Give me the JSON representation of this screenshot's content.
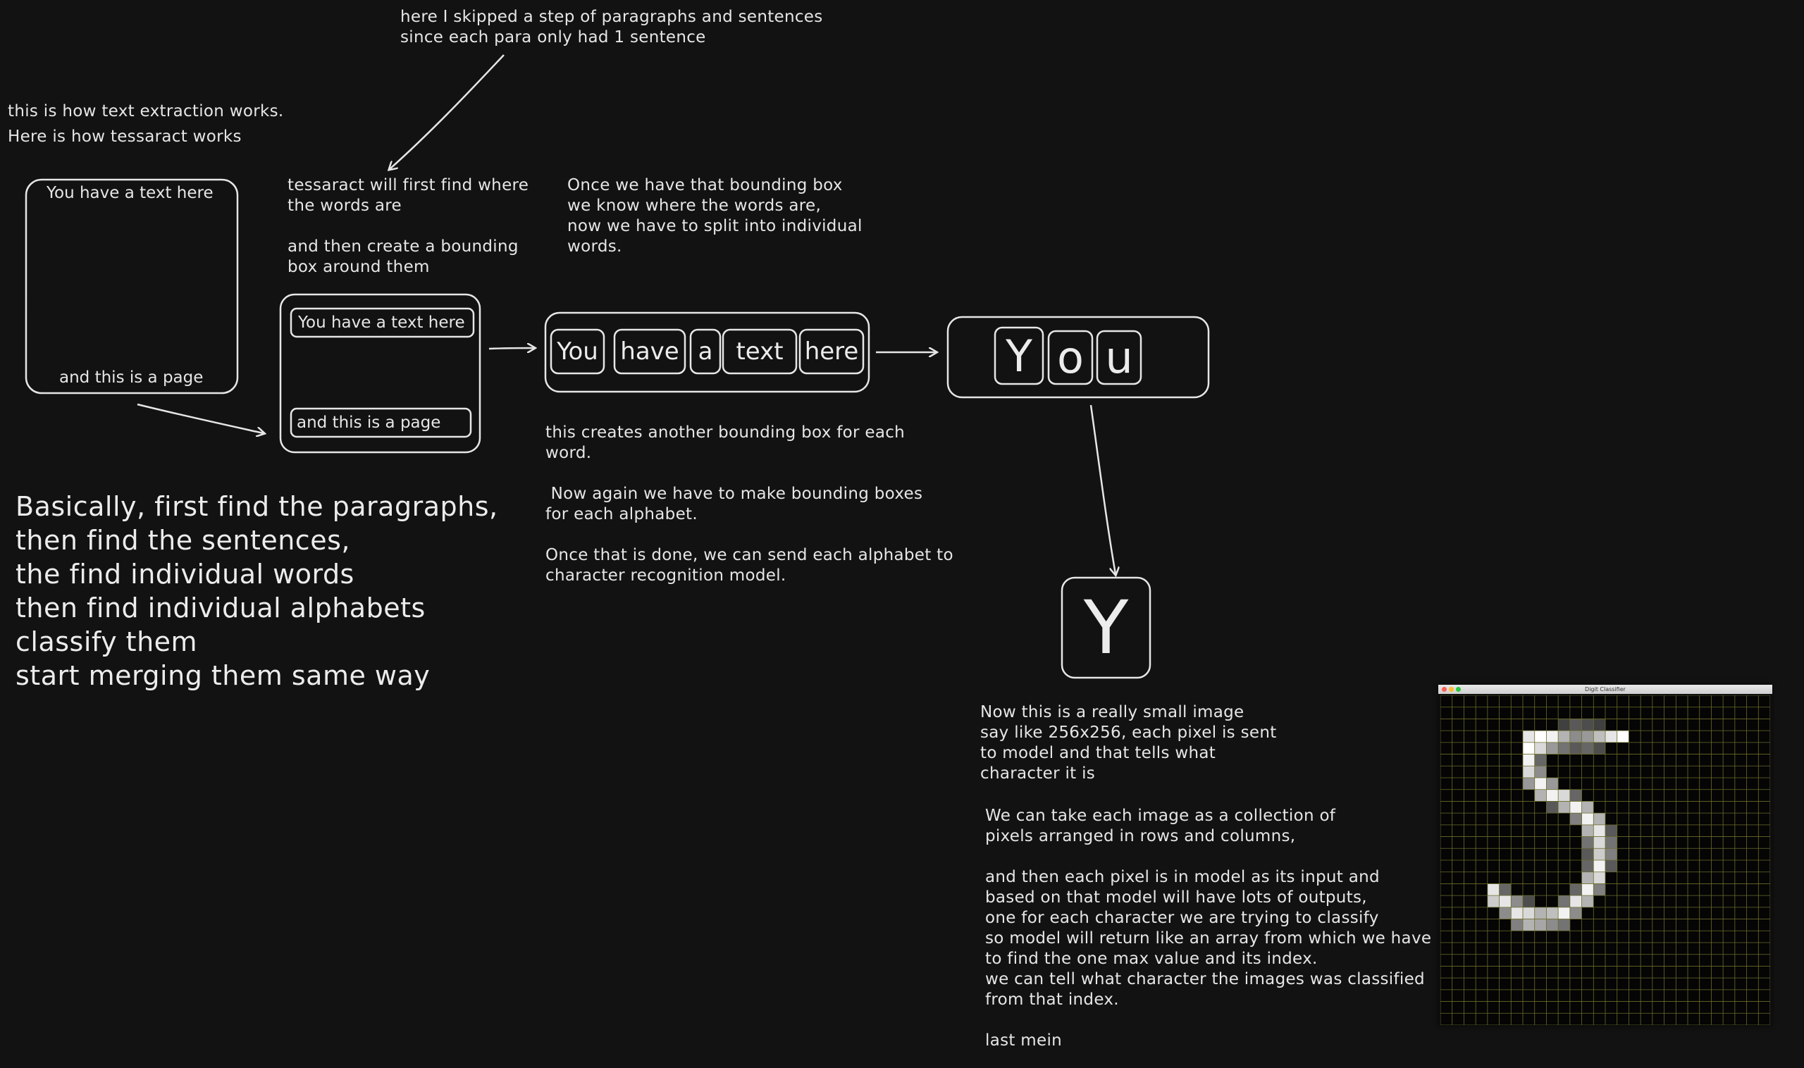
{
  "notes": {
    "top": "here I skipped a step of paragraphs and sentences\nsince each para only had 1 sentence",
    "intro": "this is how text extraction works.\nHere is how tessaract works",
    "step1": "tessaract will first find where\nthe words are\n\nand then create a bounding\nbox around them",
    "step2": "Once we have that bounding box\nwe know where the words are,\nnow we have to split into individual\nwords.",
    "step3": "this creates another bounding box for each\nword.\n\n Now again we have to make bounding boxes\nfor each alphabet.\n\nOnce that is done, we can send each alphabet to\ncharacter recognition model.",
    "summary": "Basically, first find the paragraphs,\nthen find the sentences,\nthe find individual words\nthen find individual alphabets\nclassify them\nstart merging them same way",
    "pixel_note": "Now this is a really small image\nsay like 256x256, each pixel is sent\nto model and that tells what\ncharacter it is",
    "model_note": "We can take each image as a collection of\npixels arranged in rows and columns,\n\nand then each pixel is in model as its input and\nbased on that model will have lots of outputs,\none for each character we are trying to classify\nso model will return like an array from which we have\nto find the one max value and its index.\nwe can tell what character the images was classified\nfrom that index.\n\nlast mein"
  },
  "page_box": {
    "line1": "You have a text here",
    "line2": "and this is a page"
  },
  "para_box": {
    "line1": "You have a text here",
    "line2": "and this is a page"
  },
  "words": [
    "You",
    "have",
    "a",
    "text",
    "here"
  ],
  "letters": [
    "Y",
    "o",
    "u"
  ],
  "single_letter": "Y",
  "digit_window": {
    "title": "Digit Classifier",
    "digit": "5",
    "grid_size": 28
  },
  "colors": {
    "background": "#121212",
    "stroke": "#e6e6e6",
    "grid_line": "#6b6b2a"
  }
}
